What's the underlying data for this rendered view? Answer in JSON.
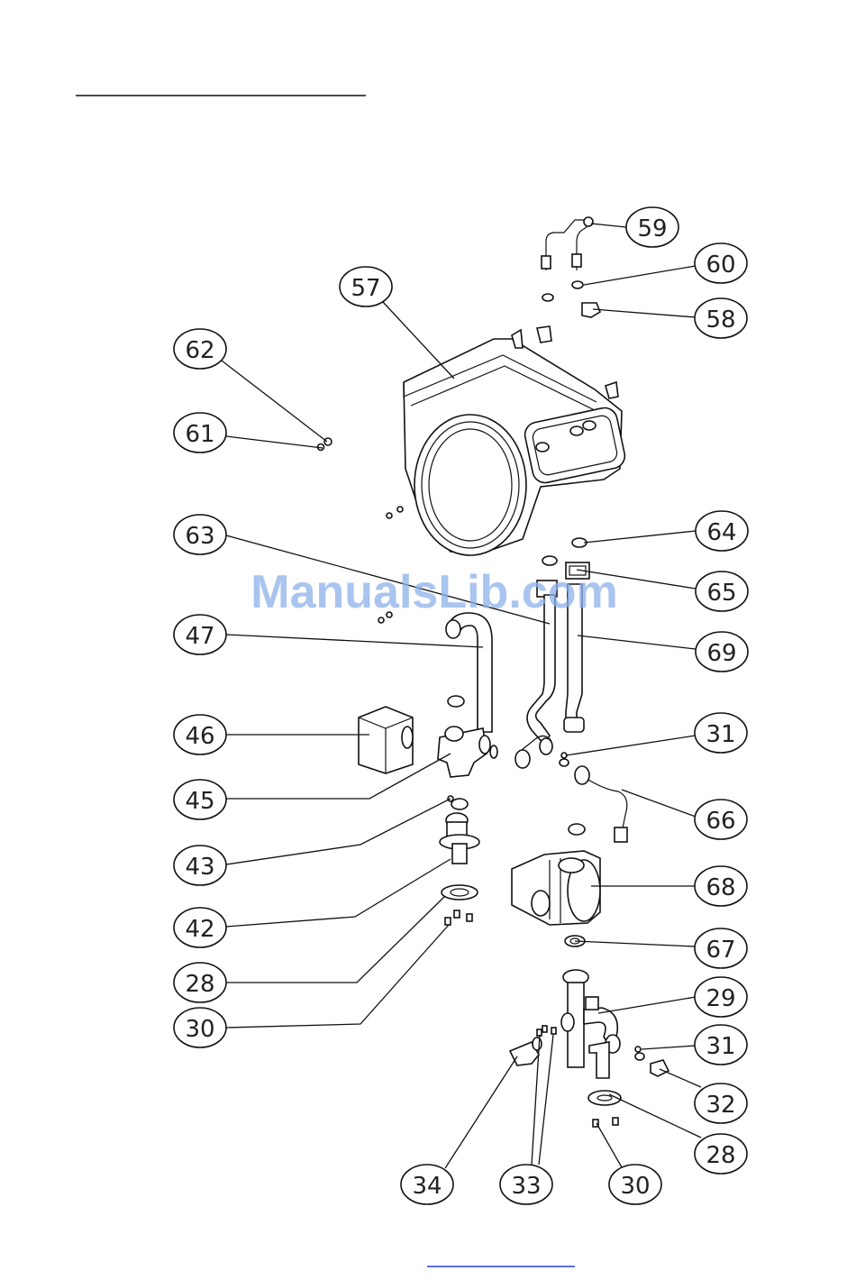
{
  "watermark": "ManualsLib.com",
  "colors": {
    "watermark": "#8cb0ea",
    "ink": "#111111",
    "footer_link": "#2a3fd6"
  },
  "callouts": {
    "c59": "59",
    "c60": "60",
    "c58": "58",
    "c57": "57",
    "c62": "62",
    "c61": "61",
    "c63": "63",
    "c64": "64",
    "c65": "65",
    "c47": "47",
    "c69": "69",
    "c46": "46",
    "c31a": "31",
    "c45": "45",
    "c66": "66",
    "c43": "43",
    "c68": "68",
    "c42": "42",
    "c67": "67",
    "c28a": "28",
    "c29": "29",
    "c30a": "30",
    "c31b": "31",
    "c32": "32",
    "c28b": "28",
    "c34": "34",
    "c33": "33",
    "c30b": "30"
  }
}
